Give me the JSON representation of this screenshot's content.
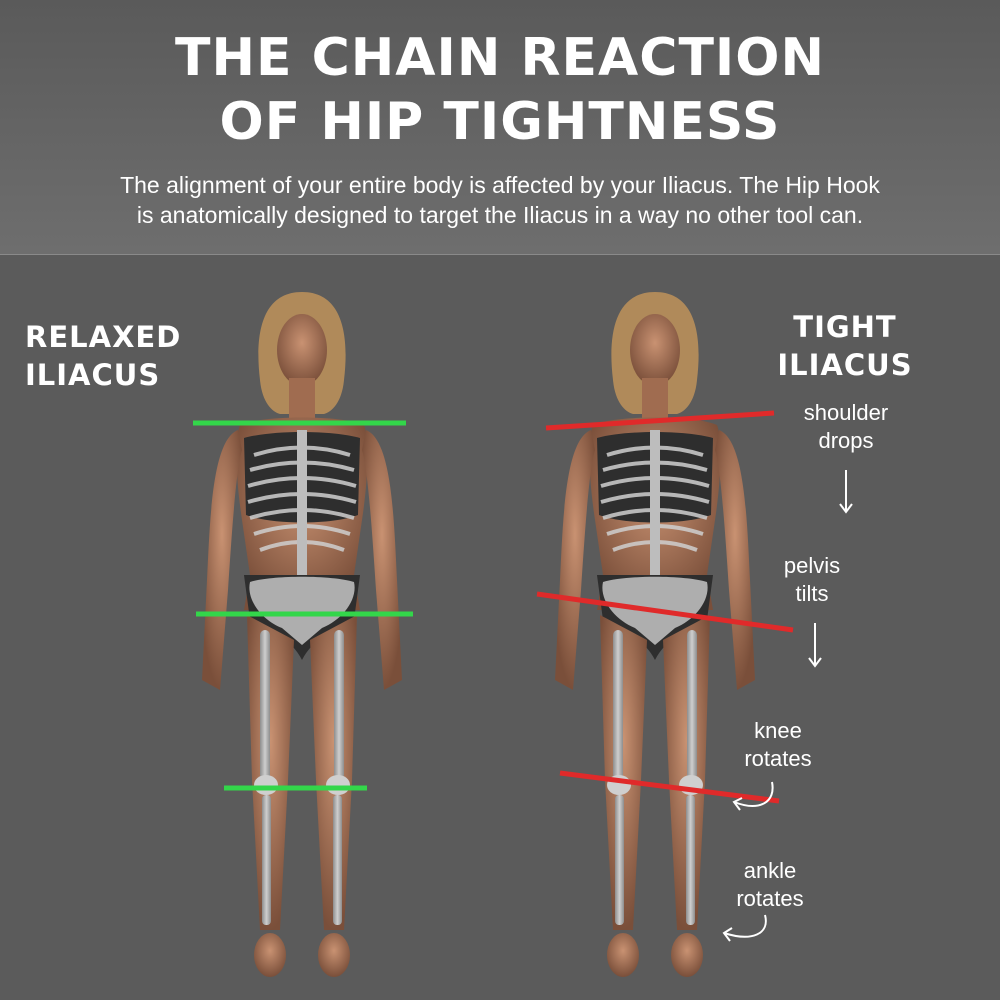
{
  "header": {
    "title_line1": "THE CHAIN REACTION",
    "title_line2": "OF HIP TIGHTNESS",
    "subtitle_line1": "The alignment of your entire body is affected by your Iliacus. The Hip Hook",
    "subtitle_line2": "is anatomically designed to target the Iliacus in a way no other tool can."
  },
  "left_panel": {
    "label_line1": "RELAXED",
    "label_line2": "ILIACUS",
    "line_color": "#33d64a"
  },
  "right_panel": {
    "label_line1": "TIGHT",
    "label_line2": "ILIACUS",
    "line_color": "#e02a2a",
    "annotations": [
      {
        "line1": "shoulder",
        "line2": "drops",
        "arrow": "down-arrow"
      },
      {
        "line1": "pelvis",
        "line2": "tilts",
        "arrow": "down-arrow"
      },
      {
        "line1": "knee",
        "line2": "rotates",
        "arrow": "curved-arrow"
      },
      {
        "line1": "ankle",
        "line2": "rotates",
        "arrow": "curved-arrow"
      }
    ]
  },
  "colors": {
    "background": "#5b5b5b",
    "header_background": "#686868",
    "text": "#ffffff"
  }
}
